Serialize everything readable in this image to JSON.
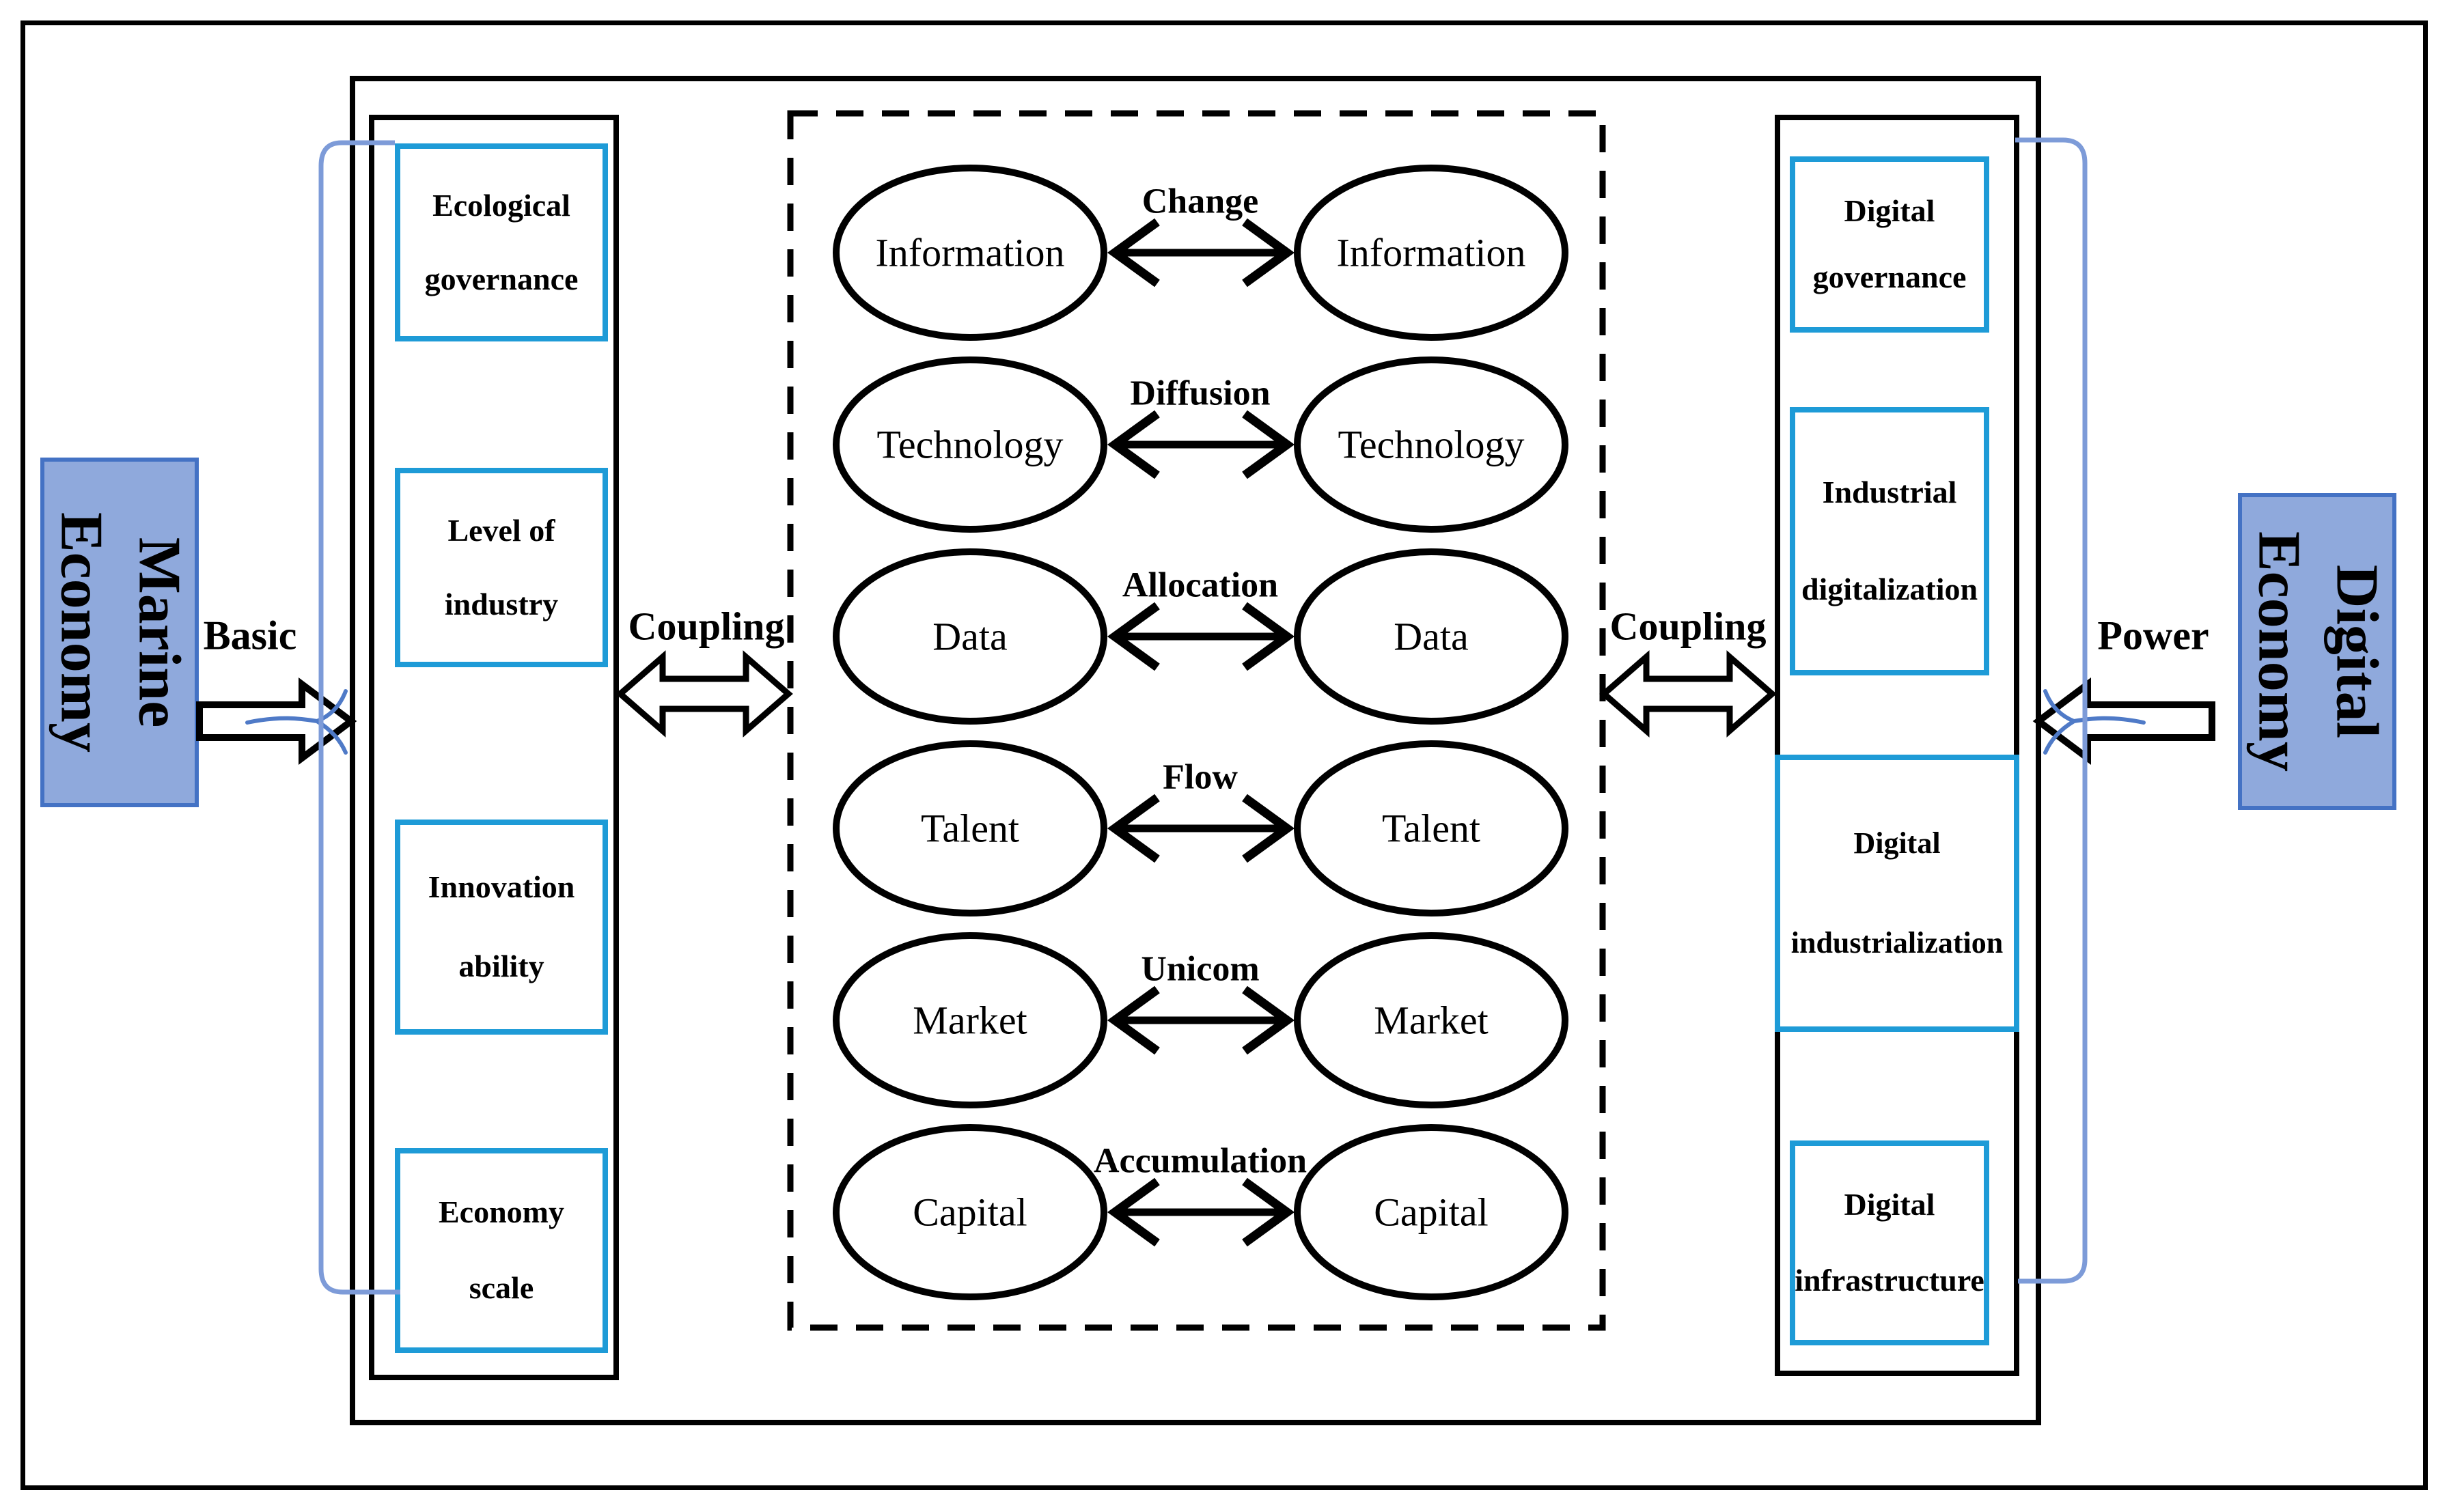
{
  "entities": {
    "marine": {
      "line1": "Marine",
      "line2": "Economy",
      "role_label": "Basic"
    },
    "digital": {
      "line1": "Digital",
      "line2": "Economy",
      "role_label": "Power"
    }
  },
  "coupling": {
    "left_label": "Coupling",
    "right_label": "Coupling"
  },
  "marine_dimensions": [
    {
      "line1": "Ecological",
      "line2": "governance"
    },
    {
      "line1": "Level of",
      "line2": "industry"
    },
    {
      "line1": "Innovation",
      "line2": "ability"
    },
    {
      "line1": "Economy",
      "line2": "scale"
    }
  ],
  "digital_dimensions": [
    {
      "line1": "Digital",
      "line2": "governance"
    },
    {
      "line1": "Industrial",
      "line2": "digitalization"
    },
    {
      "line1": "Digital",
      "line2": "industrialization"
    },
    {
      "line1": "Digital",
      "line2": "infrastructure"
    }
  ],
  "mechanisms": [
    {
      "left": "Information",
      "label": "Change",
      "right": "Information"
    },
    {
      "left": "Technology",
      "label": "Diffusion",
      "right": "Technology"
    },
    {
      "left": "Data",
      "label": "Allocation",
      "right": "Data"
    },
    {
      "left": "Talent",
      "label": "Flow",
      "right": "Talent"
    },
    {
      "left": "Market",
      "label": "Unicom",
      "right": "Market"
    },
    {
      "left": "Capital",
      "label": "Accumulation",
      "right": "Capital"
    }
  ],
  "colors": {
    "cyan_border": "#1E9BD7",
    "entity_fill": "#8FA9DC",
    "entity_border": "#4472C4",
    "bracket_blue": "#7D9BD8",
    "swoosh_blue": "#4F7AC7",
    "ink": "#000000"
  }
}
